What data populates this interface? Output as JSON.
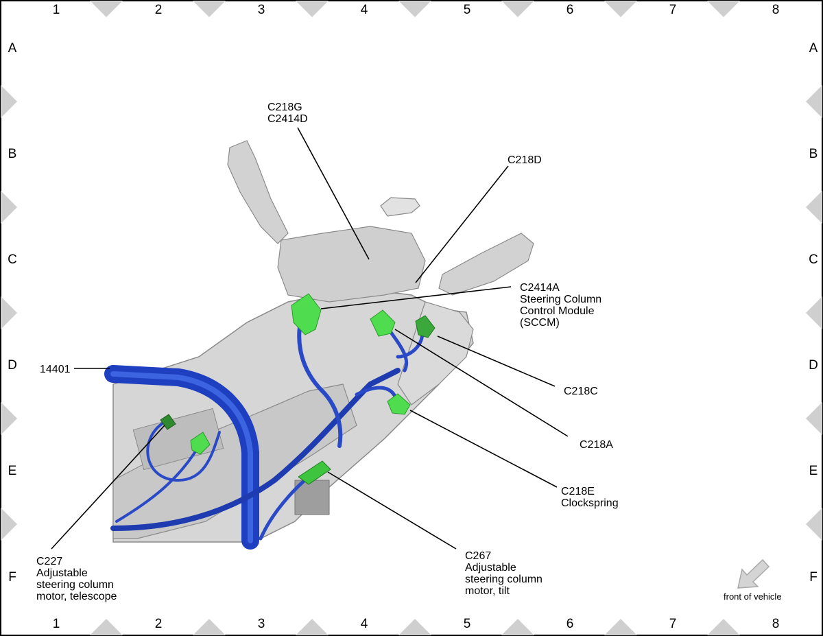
{
  "grid": {
    "columns": [
      "1",
      "2",
      "3",
      "4",
      "5",
      "6",
      "7",
      "8"
    ],
    "rows": [
      "A",
      "B",
      "C",
      "D",
      "E",
      "F"
    ]
  },
  "callouts": {
    "c218g": [
      "C218G",
      "C2414D"
    ],
    "c218d": [
      "C218D"
    ],
    "c2414a": [
      "C2414A",
      "Steering Column",
      "Control Module",
      "(SCCM)"
    ],
    "c218c": [
      "C218C"
    ],
    "c218a": [
      "C218A"
    ],
    "c218e": [
      "C218E",
      "Clockspring"
    ],
    "c267": [
      "C267",
      "Adjustable",
      "steering column",
      "motor, tilt"
    ],
    "c227": [
      "C227",
      "Adjustable",
      "steering column",
      "motor, telescope"
    ],
    "harness": [
      "14401"
    ]
  },
  "orientation": {
    "label": "front of vehicle",
    "icon": "arrow-icon"
  },
  "colors": {
    "border": "#000000",
    "grid_marker": "#cfcfcf",
    "harness": "#1e3fbf",
    "connector": "#55e055",
    "component": "#d8d8d8"
  }
}
